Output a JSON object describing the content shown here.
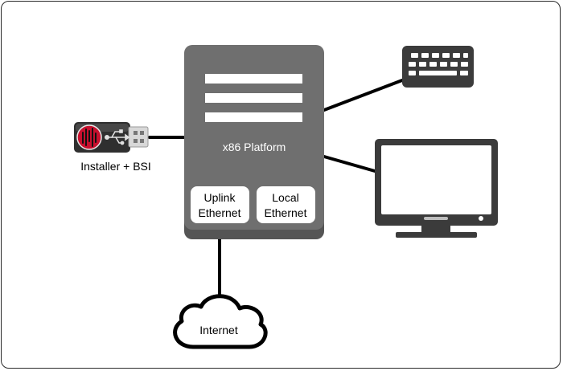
{
  "platform": {
    "title": "x86 Platform",
    "ports": [
      {
        "line1": "Uplink",
        "line2": "Ethernet"
      },
      {
        "line1": "Local",
        "line2": "Ethernet"
      }
    ]
  },
  "usb": {
    "label": "Installer + BSI"
  },
  "cloud": {
    "label": "Internet"
  },
  "colors": {
    "platform_fill": "#6f6f6f",
    "platform_base": "#555555",
    "device_fill": "#3b3b3b",
    "usb_red": "#c8102e",
    "line": "#000000"
  },
  "icons": [
    "usb-drive-icon",
    "keyboard-icon",
    "monitor-icon",
    "cloud-icon",
    "usb-symbol-icon"
  ]
}
